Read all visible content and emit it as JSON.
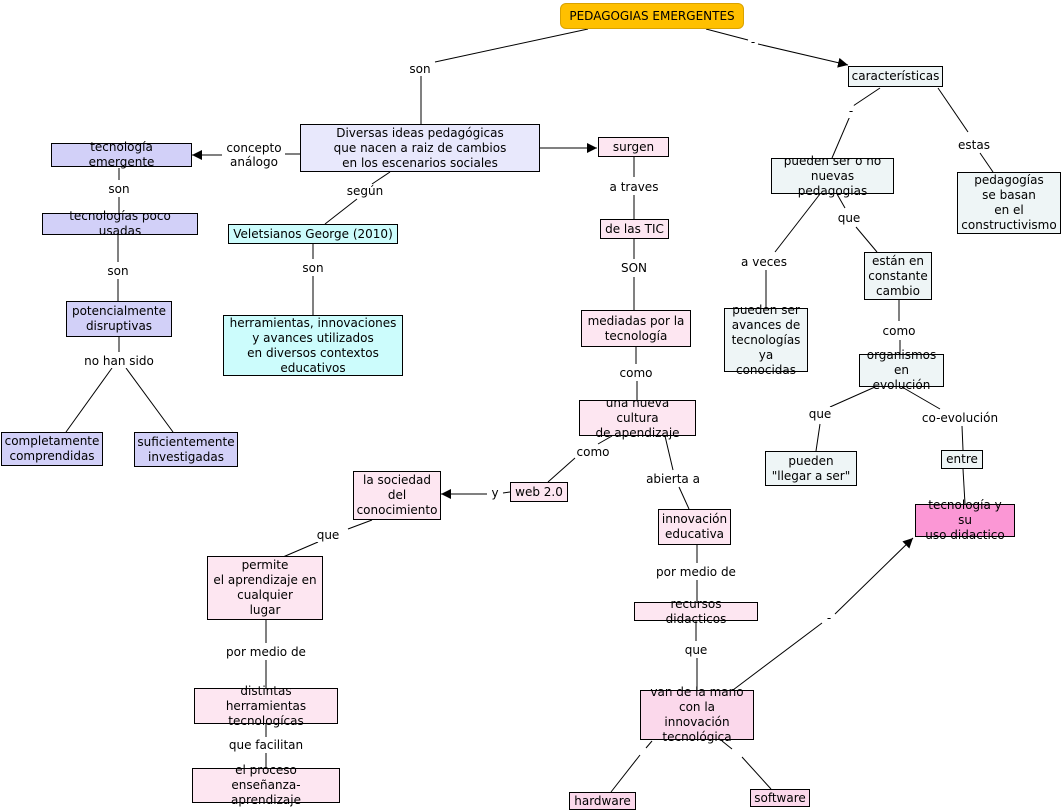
{
  "title": "PEDAGOGIAS EMERGENTES",
  "nodes": {
    "pedagogias": "PEDAGOGIAS EMERGENTES",
    "caracteristicas": "características",
    "diversas": "Diversas ideas pedagógicas\nque nacen a raiz de cambios\nen los escenarios sociales",
    "tec_emergente": "tecnología emergente",
    "tec_poco": "tecnologías poco usadas",
    "potencialmente": "potencialmente\ndisruptivas",
    "completamente": "completamente\ncomprendidas",
    "suficientemente": "suficientemente\ninvestigadas",
    "veletsianos": "Veletsianos George (2010)",
    "herramientas": "herramientas, innovaciones\ny avances utilizados\nen diversos contextos\neducativos",
    "surgen": "surgen",
    "de_las_tic": "de las TIC",
    "mediadas": "mediadas por la\ntecnología",
    "nueva_cultura": "una nueva cultura\nde apendizaje",
    "web20": "web 2.0",
    "sociedad": "la sociedad\ndel\nconocimiento",
    "permite": "permite\nel aprendizaje en\ncualquier\nlugar",
    "distintas": "distintas herramientas\ntecnologícas",
    "proceso": "el proceso\nenseñanza-aprendizaje",
    "innovacion": "innovación\neducativa",
    "recursos": "recursos didacticos",
    "van_de_la_mano": "van de la mano\ncon la innovación\ntecnológica",
    "hardware": "hardware",
    "software": "software",
    "pueden_ser_o_no": "pueden ser o no\nnuevas pedagogias",
    "pedagogias_basan": "pedagogías\nse basan\nen el\nconstructivismo",
    "pueden_ser_avances": "pueden ser\navances de\ntecnologías\nya conocidas",
    "constante_cambio": "están en\nconstante\ncambio",
    "organismos": "organismos\nen evolución",
    "llegar_a_ser": "pueden\n\"llegar a ser\"",
    "entre": "entre",
    "tec_didactico": "tecnología y su\nuso didactico"
  },
  "links": {
    "son1": "son",
    "concepto": "concepto\nanálogo",
    "son2": "son",
    "son3": "son",
    "no_han_sido": "no han sido",
    "segun": "según",
    "son4": "son",
    "a_traves": "a traves",
    "SON": "SON",
    "como1": "como",
    "como2": "como",
    "y": "y",
    "que1": "que",
    "por_medio1": "por medio de",
    "que_facilitan": "que facilitan",
    "abierta": "abierta a",
    "por_medio2": "por medio de",
    "que2": "que",
    "dash1": "-",
    "dash2": "-",
    "dash3": "-",
    "estas": "estas",
    "a_veces": "a veces",
    "que3": "que",
    "como3": "como",
    "que4": "que",
    "coevolucion": "co-evolución"
  }
}
